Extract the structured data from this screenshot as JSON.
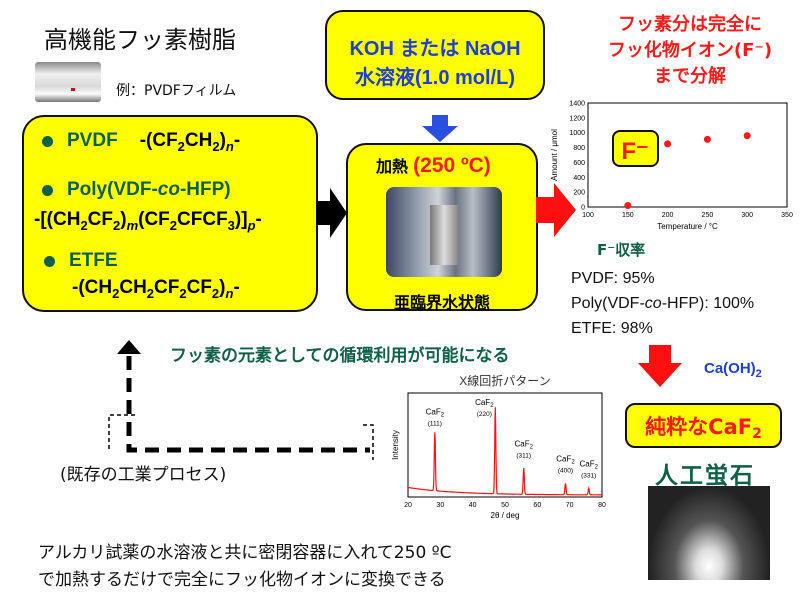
{
  "title": "高機能フッ素樹脂",
  "film_example": "例：PVDFフィルム",
  "polymers": [
    {
      "name": "PVDF",
      "formula": [
        {
          "t": "-(CF"
        },
        {
          "s": "2"
        },
        {
          "t": "CH"
        },
        {
          "s": "2"
        },
        {
          "t": ")"
        },
        {
          "s": "n",
          "i": true
        },
        {
          "t": "-"
        }
      ]
    },
    {
      "name": "Poly(VDF-co-HFP)",
      "name_parts": [
        "Poly(VDF-",
        "co",
        "-HFP)"
      ],
      "formula": [
        {
          "t": "-[(CH"
        },
        {
          "s": "2"
        },
        {
          "t": "CF"
        },
        {
          "s": "2"
        },
        {
          "t": ")"
        },
        {
          "s": "m",
          "i": true
        },
        {
          "t": "(CF"
        },
        {
          "s": "2"
        },
        {
          "t": "CFCF"
        },
        {
          "s": "3"
        },
        {
          "t": ")]"
        },
        {
          "s": "p",
          "i": true
        },
        {
          "t": "-"
        }
      ]
    },
    {
      "name": "ETFE",
      "formula": [
        {
          "t": "-(CH"
        },
        {
          "s": "2"
        },
        {
          "t": "CH"
        },
        {
          "s": "2"
        },
        {
          "t": "CF"
        },
        {
          "s": "2"
        },
        {
          "t": "CF"
        },
        {
          "s": "2"
        },
        {
          "t": ")"
        },
        {
          "s": "n",
          "i": true
        },
        {
          "t": "-"
        }
      ]
    }
  ],
  "reagent": {
    "line1": "KOH または NaOH",
    "line2": "水溶液(1.0 mol/L)"
  },
  "reactor": {
    "heat_label": "加熱",
    "temp": "(250 ºC)",
    "state": "亜臨界水状態"
  },
  "result_text": [
    "フッ素分は完全に",
    "フッ化物イオン(F⁻)",
    "まで分解"
  ],
  "colors": {
    "yellow": "#ffff00",
    "red": "#ff1a1a",
    "green": "#0f6048",
    "blue": "#1f3fd0"
  },
  "chart_data": [
    {
      "type": "scatter",
      "xlabel": "Temperature / °C",
      "ylabel": "Amount / μmol",
      "xlim": [
        100,
        350
      ],
      "ylim": [
        0,
        1400
      ],
      "xticks": [
        100,
        150,
        200,
        250,
        300,
        350
      ],
      "yticks": [
        0,
        200,
        400,
        600,
        800,
        1000,
        1200,
        1400
      ],
      "annotation": "F⁻",
      "x": [
        150,
        200,
        250,
        300
      ],
      "y": [
        20,
        850,
        910,
        960
      ]
    },
    {
      "type": "line",
      "title": "X線回折パターン",
      "xlabel": "2θ / deg",
      "ylabel": "Intensity",
      "xlim": [
        20,
        80
      ],
      "xticks": [
        20,
        30,
        40,
        50,
        60,
        70,
        80
      ],
      "peaks": [
        {
          "x": 28.3,
          "h": 0.62,
          "label": "CaF",
          "sub": "2",
          "hkl": "(111)"
        },
        {
          "x": 47.0,
          "h": 0.92,
          "label": "CaF",
          "sub": "2",
          "hkl": "(220)"
        },
        {
          "x": 55.8,
          "h": 0.28,
          "label": "CaF",
          "sub": "2",
          "hkl": "(311)"
        },
        {
          "x": 68.7,
          "h": 0.12,
          "label": "CaF",
          "sub": "2",
          "hkl": "(400)"
        },
        {
          "x": 75.9,
          "h": 0.07,
          "label": "CaF",
          "sub": "2",
          "hkl": "(331)"
        }
      ]
    }
  ],
  "yield_title": "F⁻収率",
  "yields": [
    {
      "pre": "PVDF: 95%"
    },
    {
      "pre": "Poly(VDF-",
      "it": "co",
      "post": "-HFP): 100%"
    },
    {
      "pre": "ETFE: 98%"
    }
  ],
  "recycle_text": "フッ素の元素としての循環利用が可能になる",
  "existing_process": "(既存の工業プロセス)",
  "caoh": {
    "t": "Ca(OH)",
    "s": "2"
  },
  "pure": {
    "t": "純粋なCaF",
    "s": "2"
  },
  "fluorite": "人工蛍石",
  "bottom_text": [
    "アルカリ試薬の水溶液と共に密閉容器に入れて250 ºC",
    "で加熱するだけで完全にフッ化物イオンに変換できる"
  ]
}
